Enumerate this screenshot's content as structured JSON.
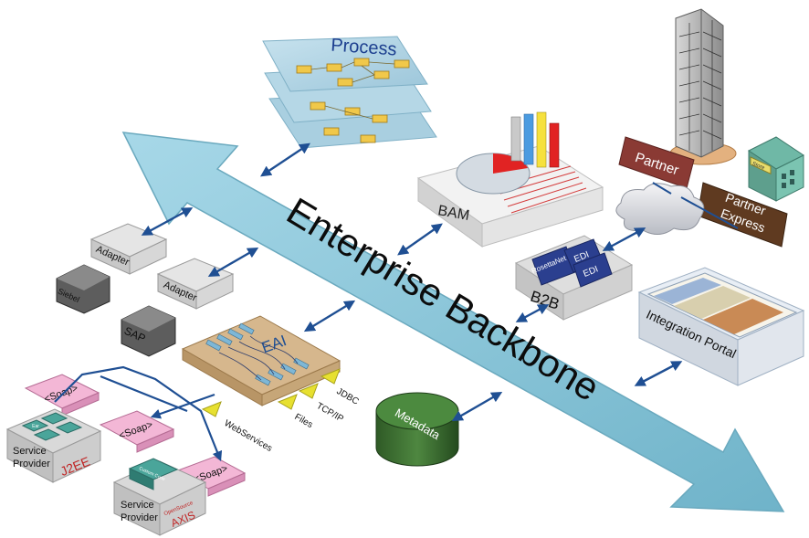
{
  "backbone": {
    "title": "Enterprise Backbone"
  },
  "process": {
    "label": "Process"
  },
  "bam": {
    "label": "BAM"
  },
  "partner": {
    "label": "Partner"
  },
  "partner_express": {
    "line1": "Partner",
    "line2": "Express"
  },
  "store": {
    "label": "Store"
  },
  "b2b": {
    "label": "B2B",
    "layers": [
      "RosettaNet",
      "EDI",
      "EDI"
    ]
  },
  "integration_portal": {
    "label": "Integration Portal"
  },
  "metadata": {
    "label": "Metadata"
  },
  "eai": {
    "label": "EAI",
    "connectors": [
      "JDBC",
      "TCP/IP",
      "Files",
      "WebServices"
    ]
  },
  "adapters": [
    {
      "label": "Adapter"
    },
    {
      "label": "Adapter"
    }
  ],
  "apps": [
    {
      "label": "Siebel"
    },
    {
      "label": "SAP"
    }
  ],
  "soap": [
    {
      "label": "<Soap>"
    },
    {
      "label": "<Soap>"
    },
    {
      "label": "<Soap>"
    }
  ],
  "providers": [
    {
      "line1": "Service",
      "line2": "Provider",
      "platform": "J2EE",
      "box_label": "Ear"
    },
    {
      "line1": "Service",
      "line2": "Provider",
      "platform": "AXIS",
      "platform_sub": "OpenSource",
      "box_label": "Custom Code"
    }
  ],
  "colors": {
    "backbone": "#8ec9db",
    "process_sheet": "#a7cfe0",
    "arrow": "#1f4f93",
    "eai": "#d6b78d",
    "partner": "#8a3a34",
    "partner_express": "#5f3a20",
    "metadata": "#2f6b2a",
    "connector": "#e7e030",
    "soap": "#f3b7d6",
    "b2b_layer": "#2b3f8f"
  }
}
